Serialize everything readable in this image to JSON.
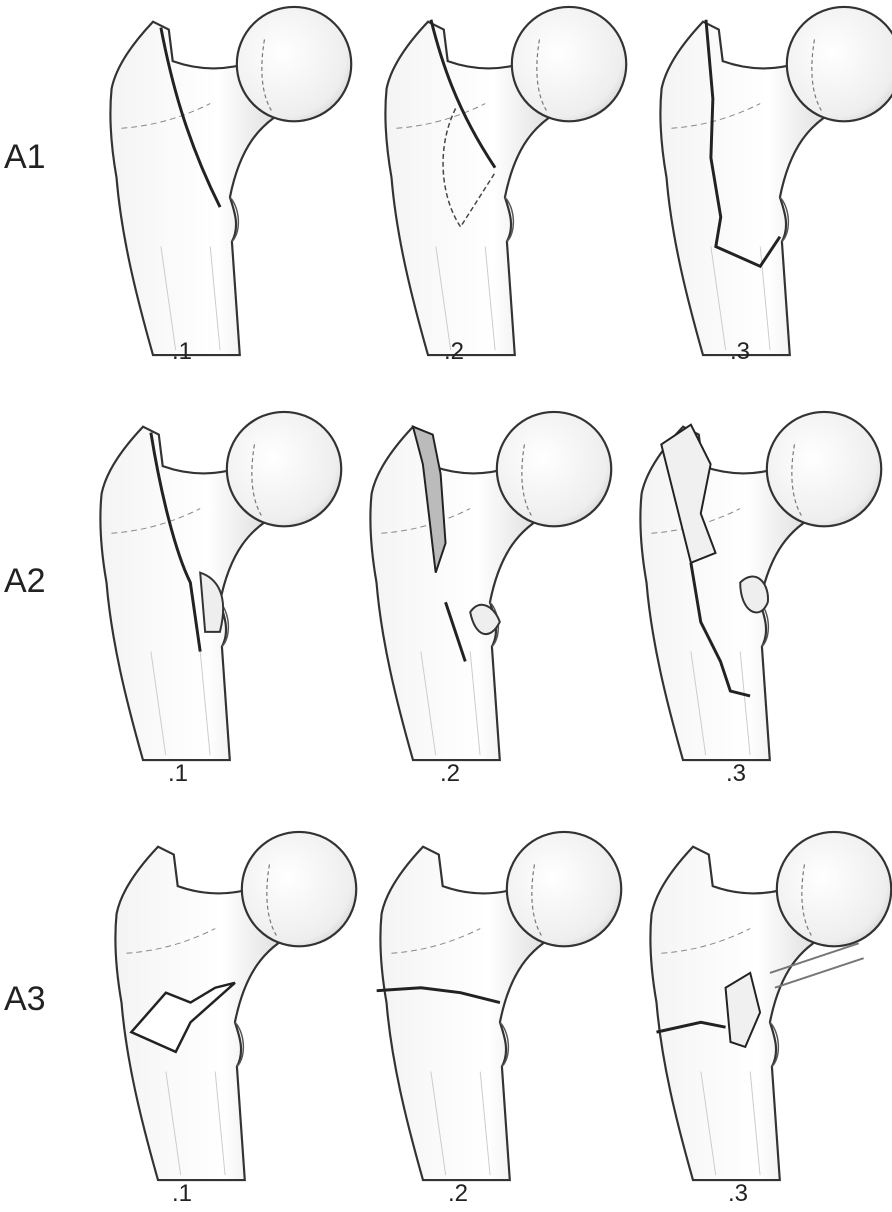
{
  "rows": [
    {
      "label": "A1",
      "subs": [
        ".1",
        ".2",
        ".3"
      ]
    },
    {
      "label": "A2",
      "subs": [
        ".1",
        ".2",
        ".3"
      ]
    },
    {
      "label": "A3",
      "subs": [
        ".1",
        ".2",
        ".3"
      ]
    }
  ]
}
